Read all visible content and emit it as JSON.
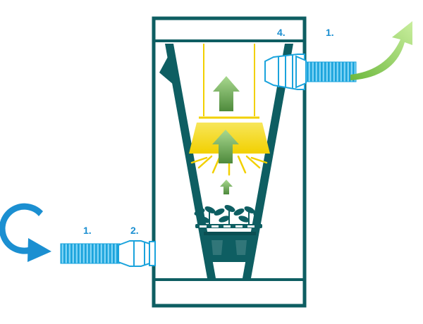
{
  "labels": {
    "inlet_hose": "1.",
    "inlet_connector": "2.",
    "outlet_fan": "4.",
    "outlet_hose": "1."
  },
  "colors": {
    "tent_frame": "#0e5e62",
    "hose_blue": "#1aa3dc",
    "hose_light": "#7fd4f5",
    "light_yellow": "#f2d000",
    "light_glow": "#f7e65a",
    "arrow_green_dark": "#4e8a3c",
    "arrow_green_light": "#a9d98f",
    "exhaust_arrow": "#9ed46a",
    "intake_arrow": "#1b8fd1",
    "label_blue": "#1b8fd1",
    "interior_dark": "#0a4f53"
  },
  "icons": {
    "intake": "curved-intake-arrow-icon",
    "exhaust": "curved-exhaust-arrow-icon",
    "airflow": "airflow-up-arrow-icon",
    "plants": "seedling-icon",
    "lamp": "grow-lamp-icon"
  }
}
